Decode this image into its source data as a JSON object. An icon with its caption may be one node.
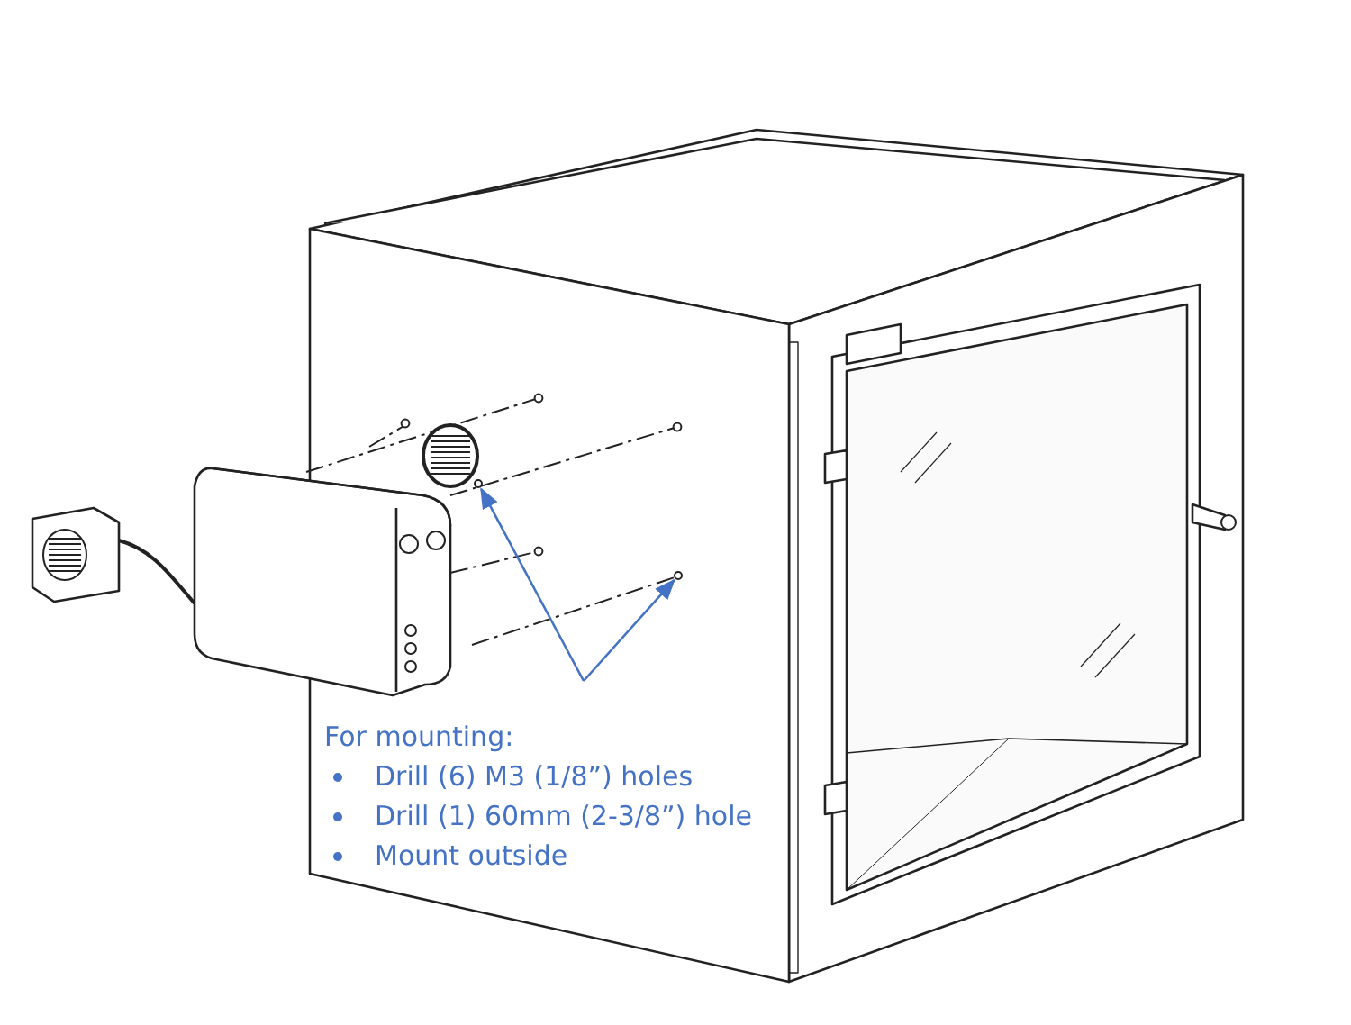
{
  "diagram": {
    "nodes": [
      {
        "text": [
          "For mounting:",
          "Drill (6) M3 (1/8”) holes",
          "Drill (1) 60mm (2-3/8”) hole",
          "Mount outside"
        ]
      },
      {
        "text": [],
        "shape": "circle"
      },
      {
        "text": [],
        "shape": "circle"
      }
    ],
    "edges": [
      {
        "from": 0,
        "to": 1,
        "arrow": "to"
      },
      {
        "from": 0,
        "to": 2,
        "arrow": "to"
      }
    ]
  }
}
